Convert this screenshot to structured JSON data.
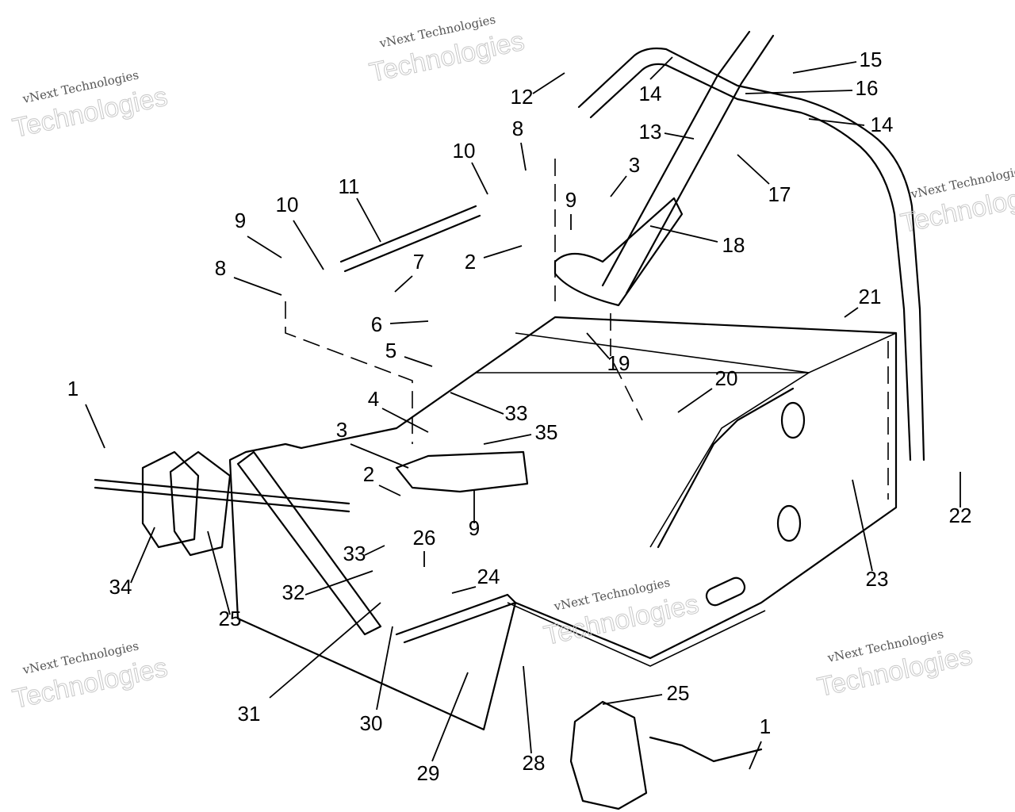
{
  "diagram": {
    "callouts": [
      "15",
      "16",
      "14",
      "14",
      "12",
      "13",
      "8",
      "10",
      "3",
      "17",
      "11",
      "9",
      "10",
      "9",
      "18",
      "2",
      "7",
      "8",
      "21",
      "6",
      "5",
      "19",
      "20",
      "4",
      "33",
      "1",
      "3",
      "35",
      "2",
      "9",
      "26",
      "22",
      "33",
      "24",
      "34",
      "23",
      "32",
      "25",
      "31",
      "30",
      "25",
      "1",
      "29",
      "28"
    ],
    "watermark": {
      "line1": "vNext Technologies",
      "line2": "Technologies",
      "overlay": "vNext"
    }
  }
}
